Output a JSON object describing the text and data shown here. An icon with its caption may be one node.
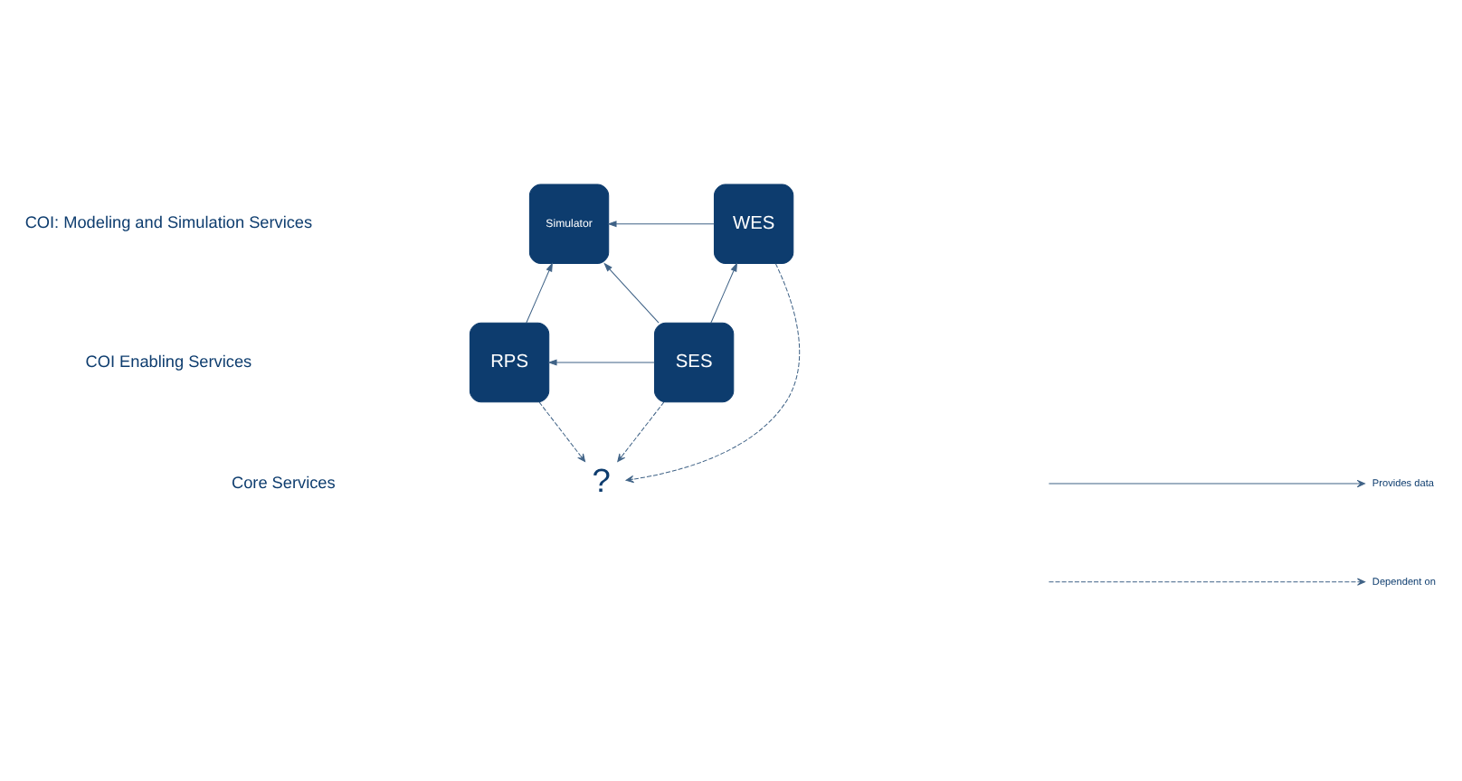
{
  "diagram": {
    "nodes": [
      {
        "text": [
          "Simulator"
        ]
      },
      {
        "text": [
          "WES"
        ]
      },
      {
        "text": [
          "RPS"
        ]
      },
      {
        "text": [
          "SES"
        ]
      },
      {
        "text": [
          "?"
        ]
      }
    ],
    "edges": [
      {
        "from": 1,
        "to": 0,
        "arrow": "to"
      },
      {
        "from": 2,
        "to": 0,
        "arrow": "to"
      },
      {
        "from": 3,
        "to": 0,
        "arrow": "to"
      },
      {
        "from": 3,
        "to": 1,
        "arrow": "to"
      },
      {
        "from": 3,
        "to": 2,
        "arrow": "to"
      },
      {
        "from": 2,
        "to": 4,
        "arrow": "to",
        "style": "dashed"
      },
      {
        "from": 1,
        "to": 4,
        "arrow": "to",
        "style": "dashed"
      },
      {
        "from": 3,
        "to": 4,
        "arrow": "to",
        "style": "dashed"
      }
    ],
    "labels": [
      "COI: Modeling and Simulation Services",
      "COI Enabling Services",
      "Core Services"
    ],
    "legend": [
      {
        "text": "Provides data"
      },
      {
        "text": "Dependent on"
      }
    ]
  }
}
